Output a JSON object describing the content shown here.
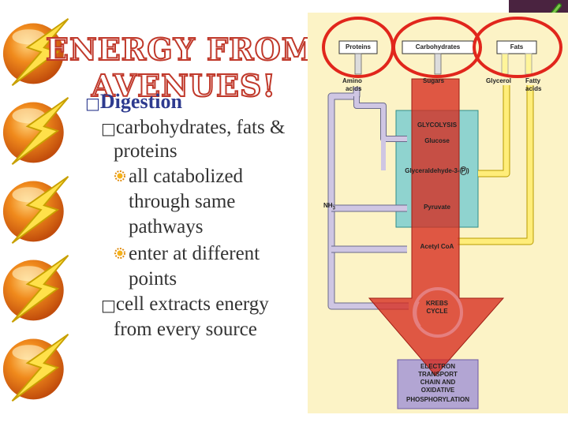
{
  "title": {
    "line1": "ENERGY FROM ALL",
    "line2": "AVENUES!"
  },
  "bullets": {
    "box_char": "□",
    "digestion": "Digestion",
    "carbs_line1": "carbohydrates, fats &",
    "carbs_line2": "proteins",
    "sub1_line1": "all catabolized",
    "sub1_line2": "through same",
    "sub1_line3": "pathways",
    "sub2_line1": "enter at different",
    "sub2_line2": "points",
    "cell_line1": "cell extracts energy",
    "cell_line2": "from every source"
  },
  "diagram": {
    "proteins": "Proteins",
    "carbohydrates": "Carbohydrates",
    "fats": "Fats",
    "amino_acids_1": "Amino",
    "amino_acids_2": "acids",
    "sugars": "Sugars",
    "glycerol": "Glycerol",
    "fatty_acids_1": "Fatty",
    "fatty_acids_2": "acids",
    "glycolysis": "GLYCOLYSIS",
    "glucose": "Glucose",
    "g3p": "Glyceraldehyde-3-",
    "g3p_p": "P",
    "nh3": "NH",
    "nh3_sub": "3",
    "pyruvate": "Pyruvate",
    "acetyl": "Acetyl CoA",
    "krebs_1": "KREBS",
    "krebs_2": "CYCLE",
    "etc_1": "ELECTRON",
    "etc_2": "TRANSPORT",
    "etc_3": "CHAIN AND",
    "etc_4": "OXIDATIVE",
    "etc_5": "PHOSPHORYLATION"
  },
  "colors": {
    "title_outline": "#c0392b",
    "highlight_circle": "#e1261c",
    "arrow_red": "#d62a1e",
    "teal_box": "#8fd3cf",
    "purple": "#b2a5d3",
    "check": "#5aa832",
    "corner": "#4a2340"
  },
  "icons": {
    "bolt": "lightning-bolt-icon",
    "check": "checkmark-icon",
    "bullet_sub": "sun-bullet-icon"
  }
}
